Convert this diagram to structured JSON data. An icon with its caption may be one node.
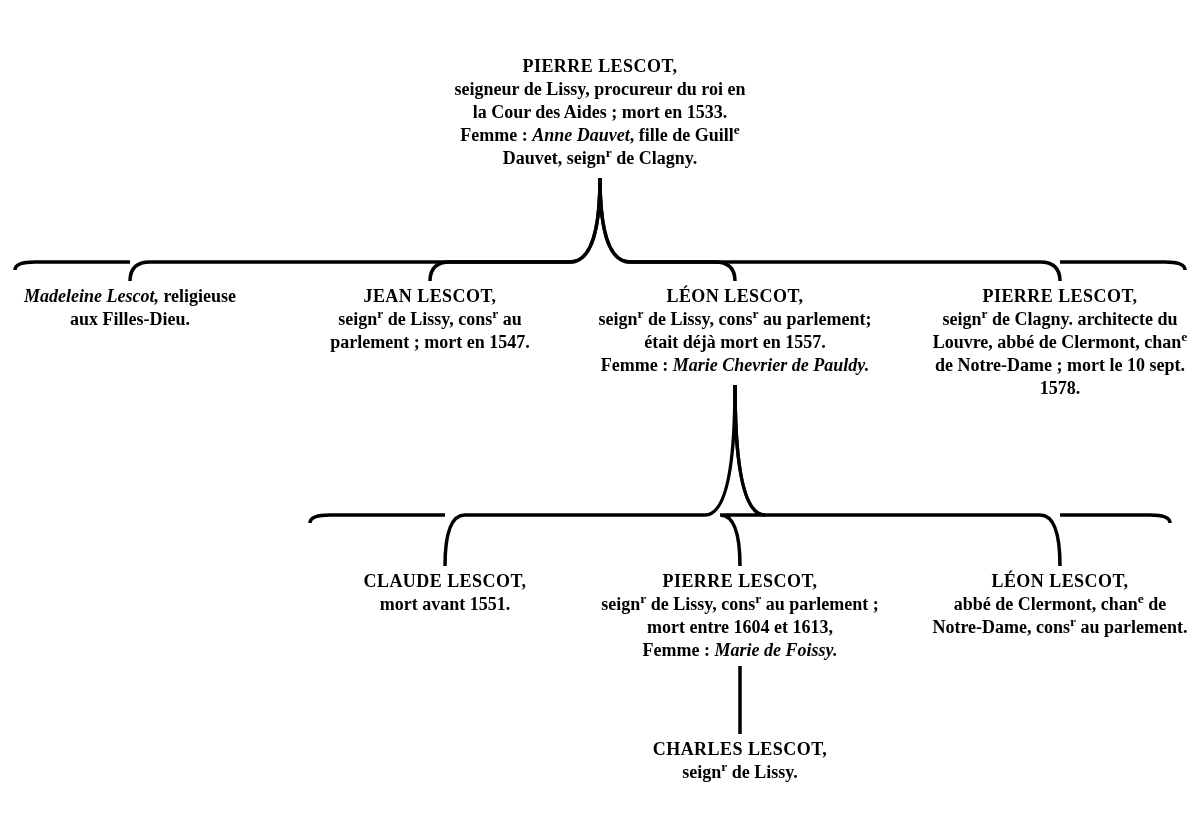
{
  "diagram": {
    "nodes": [
      {
        "text": [
          "PIERRE LESCOT,",
          "seigneur de Lissy, procureur du roi en la Cour des Aides ; mort en 1533.",
          "Femme : *Anne Dauvet*, fille de Guill$^{e}$ Dauvet, seign$^{r}$ de Clagny."
        ]
      },
      {
        "text": [
          "*Madeleine Lescot,* religieuse aux Filles-Dieu."
        ]
      },
      {
        "text": [
          "JEAN LESCOT,",
          "seign$^{r}$ de Lissy, cons$^{r}$ au parlement ; mort en 1547."
        ]
      },
      {
        "text": [
          "LÉON LESCOT,",
          "seign$^{r}$ de Lissy, cons$^{r}$ au parlement; était déjà mort en 1557.",
          "Femme : *Marie Chevrier de Pauldy.*"
        ]
      },
      {
        "text": [
          "PIERRE LESCOT,",
          "seign$^{r}$ de Clagny. architecte du Louvre, abbé de Clermont, chan$^{e}$ de Notre-Dame ; mort le 10 sept. 1578."
        ]
      },
      {
        "text": [
          "CLAUDE LESCOT,",
          "mort avant 1551."
        ]
      },
      {
        "text": [
          "PIERRE LESCOT,",
          "seign$^{r}$ de Lissy, cons$^{r}$ au parlement ; mort entre 1604 et 1613,",
          "Femme : *Marie de Foissy.*"
        ]
      },
      {
        "text": [
          "LÉON LESCOT,",
          "abbé de Clermont, chan$^{e}$ de Notre-Dame, cons$^{r}$ au parlement."
        ]
      },
      {
        "text": [
          "CHARLES LESCOT,",
          "seign$^{r}$ de Lissy."
        ]
      }
    ],
    "edges": [
      {
        "from": 0,
        "to": 1,
        "arrow": "none"
      },
      {
        "from": 0,
        "to": 2,
        "arrow": "none"
      },
      {
        "from": 0,
        "to": 3,
        "arrow": "none"
      },
      {
        "from": 0,
        "to": 4,
        "arrow": "none"
      },
      {
        "from": 3,
        "to": 5,
        "arrow": "none"
      },
      {
        "from": 3,
        "to": 6,
        "arrow": "none"
      },
      {
        "from": 3,
        "to": 7,
        "arrow": "none"
      },
      {
        "from": 6,
        "to": 8,
        "arrow": "none"
      }
    ]
  }
}
